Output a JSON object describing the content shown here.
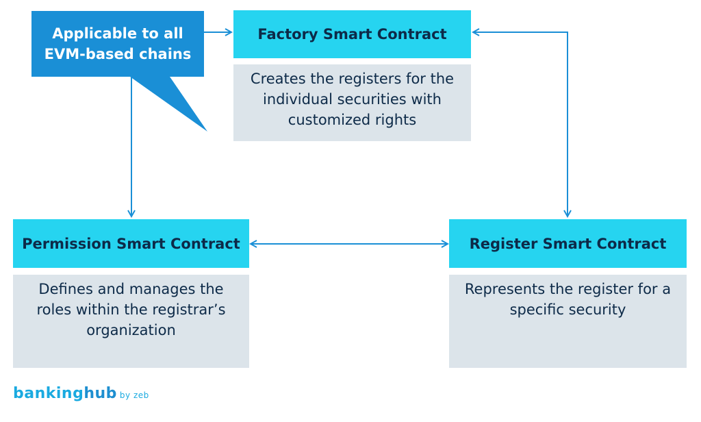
{
  "callout": {
    "text": "Applicable to all EVM-based chains"
  },
  "factory": {
    "title": "Factory Smart Contract",
    "description": "Creates the registers for the individual securities with customized rights"
  },
  "permission": {
    "title": "Permission Smart Contract",
    "description": "Defines and manages the roles within the registrar’s organization"
  },
  "register": {
    "title": "Register Smart Contract",
    "description": "Represents the register for a specific security"
  },
  "logo": {
    "part1": "banking",
    "part2": "hub",
    "suffix": "by zeb"
  },
  "colors": {
    "title_box": "#26d4f0",
    "desc_box": "#dce4ea",
    "callout": "#1a8fd6",
    "arrow": "#1a8fd6",
    "text": "#0d2a48"
  }
}
